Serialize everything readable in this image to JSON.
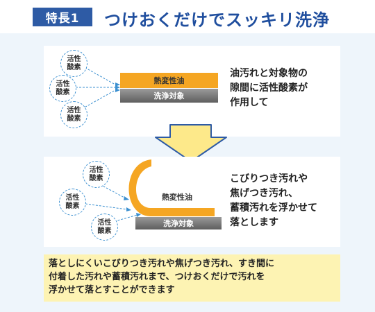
{
  "header": {
    "badge": "特長1",
    "title": "つけおくだけでスッキリ洗浄"
  },
  "panel1": {
    "oxygen_line1": "活性",
    "oxygen_line2": "酸素",
    "oil_label": "熱変性油",
    "target_label": "洗浄対象",
    "description": [
      "油汚れと対象物の",
      "隙間に活性酸素が",
      "作用して"
    ]
  },
  "panel2": {
    "oxygen_line1": "活性",
    "oxygen_line2": "酸素",
    "oil_label": "熱変性油",
    "target_label": "洗浄対象",
    "description": [
      "こびりつき汚れや",
      "焦げつき汚れ、",
      "蓄積汚れを浮かせて",
      "落とします"
    ]
  },
  "summary": {
    "lines": [
      "落としにくいこびりつき汚れや焦げつき汚れ、すき間に",
      "付着した汚れや蓄積汚れまで、つけおくだけで汚れを",
      "浮かせて落とすことができます"
    ]
  },
  "colors": {
    "brand_blue": "#2e5ba5",
    "title_blue": "#1f4e9e",
    "oil_orange": "#f5a623",
    "arrow_yellow": "#fde98a",
    "summary_bg": "#fdf3b3"
  }
}
